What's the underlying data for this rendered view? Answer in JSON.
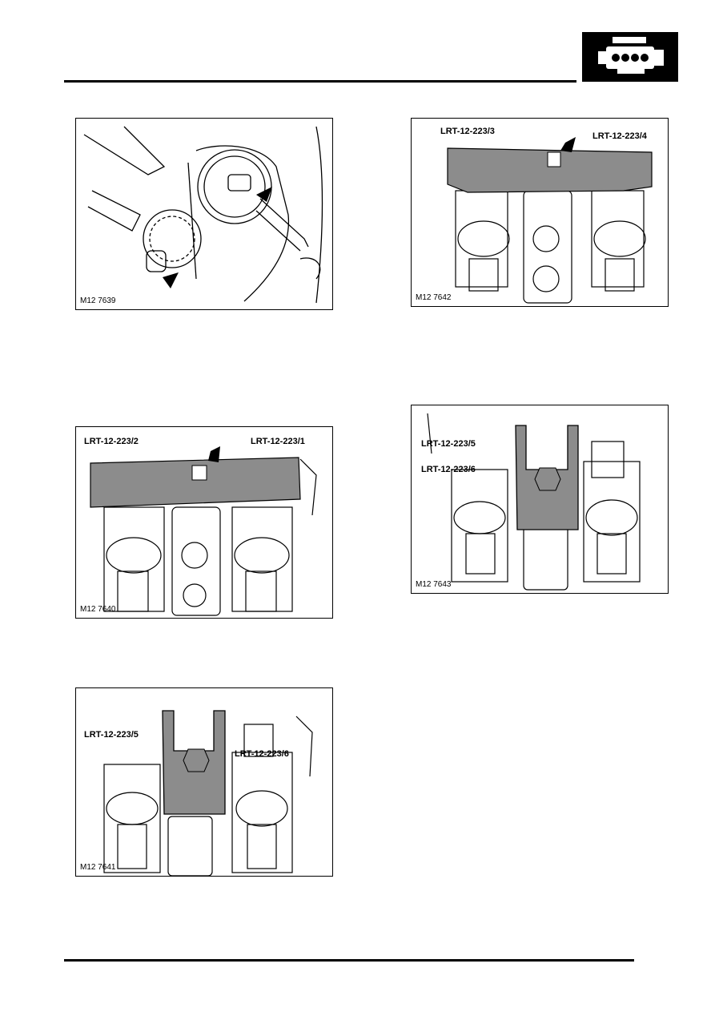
{
  "header": {
    "badge_icon": "engine-icon",
    "badge_color": "#000000"
  },
  "figures": {
    "fig_7639": {
      "id": "M12 7639"
    },
    "fig_7642": {
      "id": "M12 7642",
      "label_left": "LRT-12-223/3",
      "label_right": "LRT-12-223/4"
    },
    "fig_7640": {
      "id": "M12 7640",
      "label_left": "LRT-12-223/2",
      "label_right": "LRT-12-223/1"
    },
    "fig_7643": {
      "id": "M12 7643",
      "label_a": "LRT-12-223/5",
      "label_b": "LRT-12-223/6"
    },
    "fig_7641": {
      "id": "M12 7641",
      "label_a": "LRT-12-223/5",
      "label_b": "LRT-12-223/6"
    }
  },
  "colors": {
    "tool_fill": "#8c8c8c",
    "line": "#000000"
  }
}
